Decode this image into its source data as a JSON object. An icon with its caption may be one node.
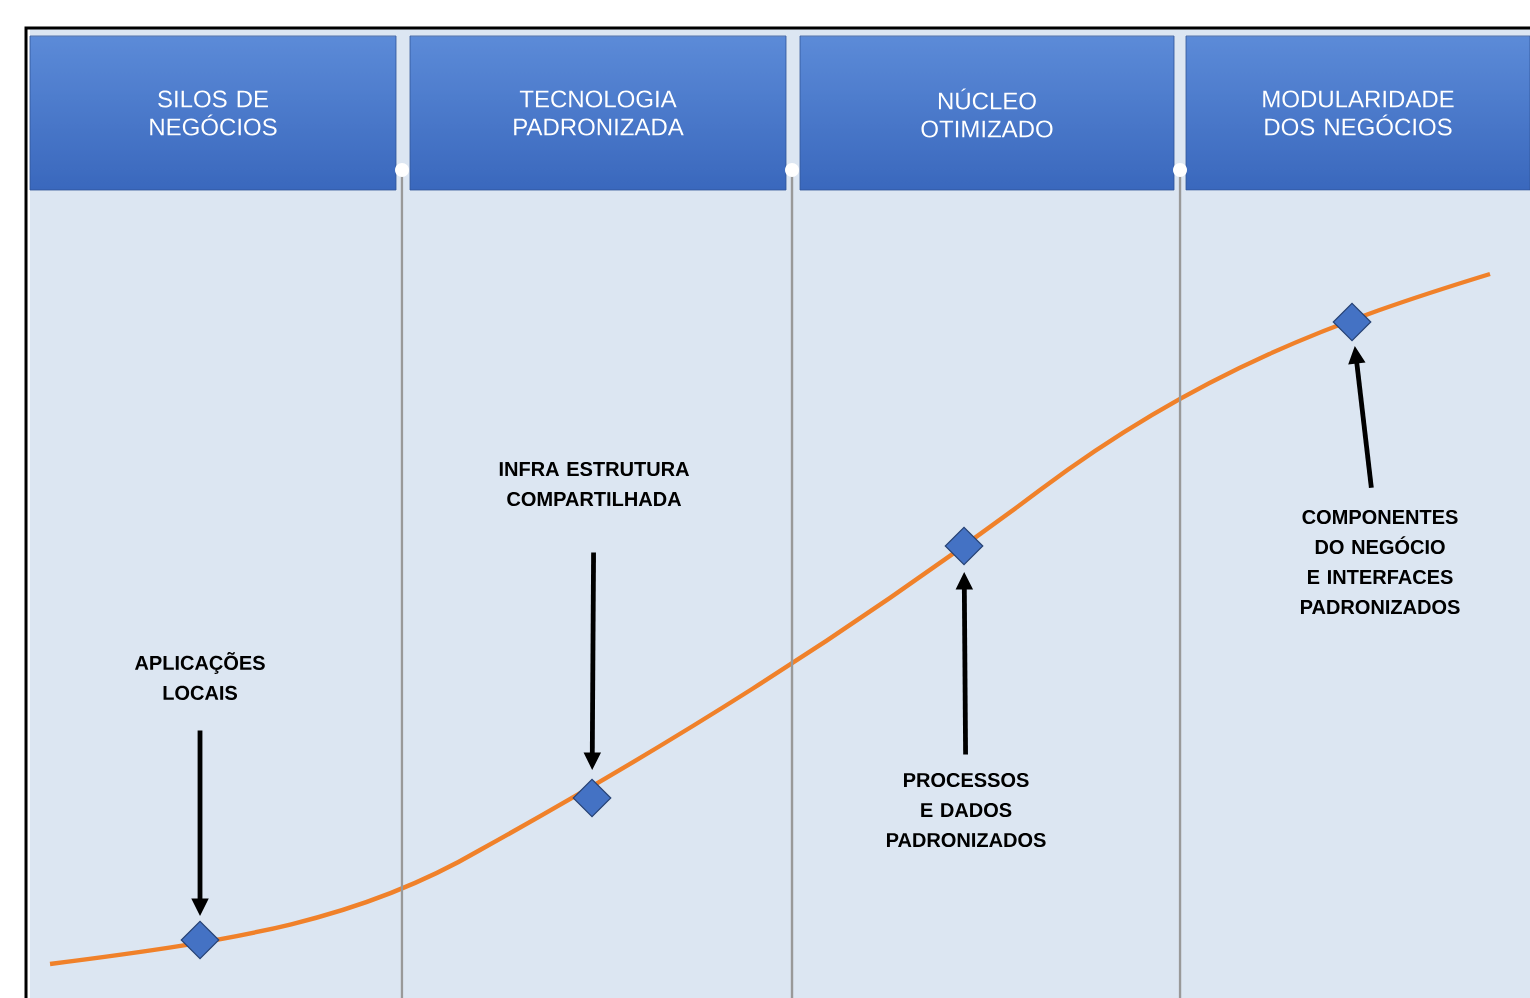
{
  "diagram": {
    "nodes": [
      {
        "text": [
          "SILOS DE NEGÓCIOS"
        ]
      },
      {
        "text": [
          "TECNOLOGIA PADRONIZADA"
        ]
      },
      {
        "text": [
          "NÚCLEO OTIMIZADO"
        ]
      },
      {
        "text": [
          "MODULARIDADE DOS NEGÓCIOS"
        ]
      },
      {
        "text": [
          "APLICAÇÕES LOCAIS"
        ]
      },
      {
        "text": [
          "INFRA ESTRUTURA COMPARTILHADA"
        ]
      },
      {
        "text": [
          "PROCESSOS E DADOS PADRONIZADOS"
        ]
      },
      {
        "text": [
          "COMPONENTES DO NEGÓCIO E INTERFACES PADRONIZADOS"
        ]
      },
      {
        "text": [],
        "shape": "diamond"
      },
      {
        "text": [],
        "shape": "diamond"
      },
      {
        "text": [],
        "shape": "diamond"
      },
      {
        "text": [],
        "shape": "diamond"
      }
    ],
    "edges": [
      {
        "from": 4,
        "to": 8,
        "arrow": "to"
      },
      {
        "from": 5,
        "to": 9,
        "arrow": "to"
      },
      {
        "from": 6,
        "to": 10,
        "arrow": "to"
      },
      {
        "from": 7,
        "to": 11,
        "arrow": "to"
      }
    ]
  }
}
